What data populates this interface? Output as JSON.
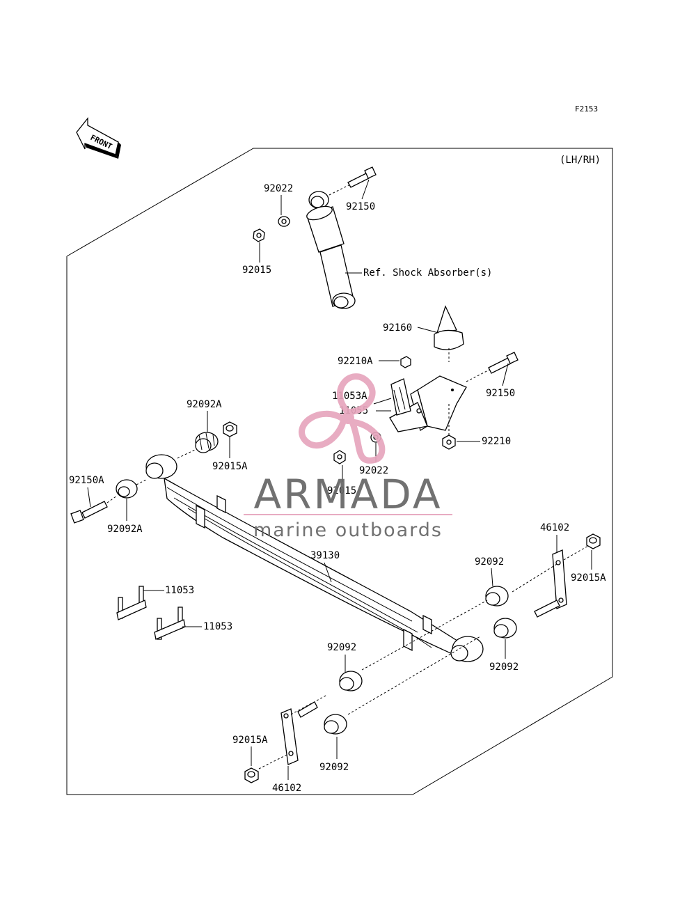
{
  "figure_code": "F2153",
  "side_note": "(LH/RH)",
  "front_arrow_text": "FRONT",
  "ref_note": "Ref. Shock Absorber(s)",
  "labels": {
    "p92022_top": "92022",
    "p92150_top": "92150",
    "p92015_top": "92015",
    "p92160": "92160",
    "p92210A": "92210A",
    "p92150_mid": "92150",
    "p11053A": "11053A",
    "p11055": "11055",
    "p92210": "92210",
    "p92022_mid": "92022",
    "p92015_mid": "92015",
    "p92092A_top": "92092A",
    "p92015A_left": "92015A",
    "p92150A": "92150A",
    "p92092A_low": "92092A",
    "p39130": "39130",
    "p46102_right": "46102",
    "p92015A_right": "92015A",
    "p92092_r1": "92092",
    "p92092_r2": "92092",
    "p11053_a": "11053",
    "p11053_b": "11053",
    "p92092_c1": "92092",
    "p92092_c2": "92092",
    "p92015A_bottom": "92015A",
    "p46102_bottom": "46102"
  },
  "watermark": {
    "brand": "ARMADA",
    "tagline": "marine outboards",
    "brand_color": "#666666",
    "accent_color": "#e7a6bd"
  }
}
